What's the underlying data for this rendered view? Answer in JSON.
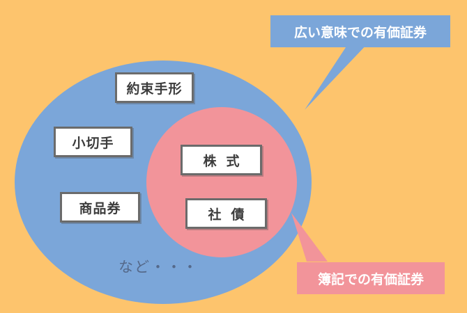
{
  "colors": {
    "background": "#fdc46d",
    "broad_set": "#7ba6d9",
    "bookkeeping_set": "#f2949a",
    "box_border": "#6b6b6b",
    "etc_text": "#55698a"
  },
  "callouts": {
    "broad": "広い意味での有価証券",
    "bookkeeping": "簿記での有価証券"
  },
  "broad_items": {
    "promissory_note": "約束手形",
    "check": "小切手",
    "gift_certificate": "商品券",
    "etc": "など・・・"
  },
  "bookkeeping_items": {
    "stock": "株式",
    "bond": "社債"
  }
}
